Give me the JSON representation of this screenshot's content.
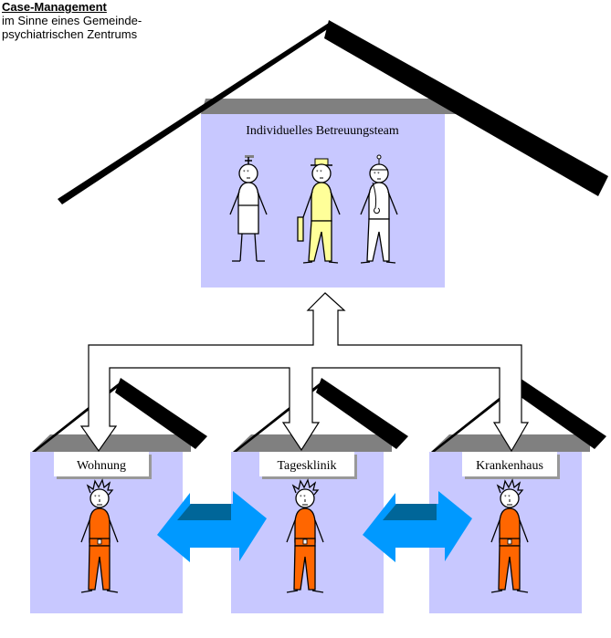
{
  "title": "Case-Management",
  "subtitle_lines": [
    "im Sinne eines Gemeinde-",
    "psychiatrischen Zentrums"
  ],
  "main_house": {
    "label": "Individuelles Betreuungsteam",
    "members": [
      "nurse",
      "social-worker",
      "doctor"
    ]
  },
  "houses": [
    {
      "label": "Wohnung"
    },
    {
      "label": "Tagesklinik"
    },
    {
      "label": "Krankenhaus"
    }
  ],
  "colors": {
    "wall": "#c8c8ff",
    "roof_band": "#808080",
    "patient": "#ff6600",
    "arrow_blue": "#0099ff",
    "arrow_dark": "#006699",
    "social_worker": "#ffff99"
  }
}
